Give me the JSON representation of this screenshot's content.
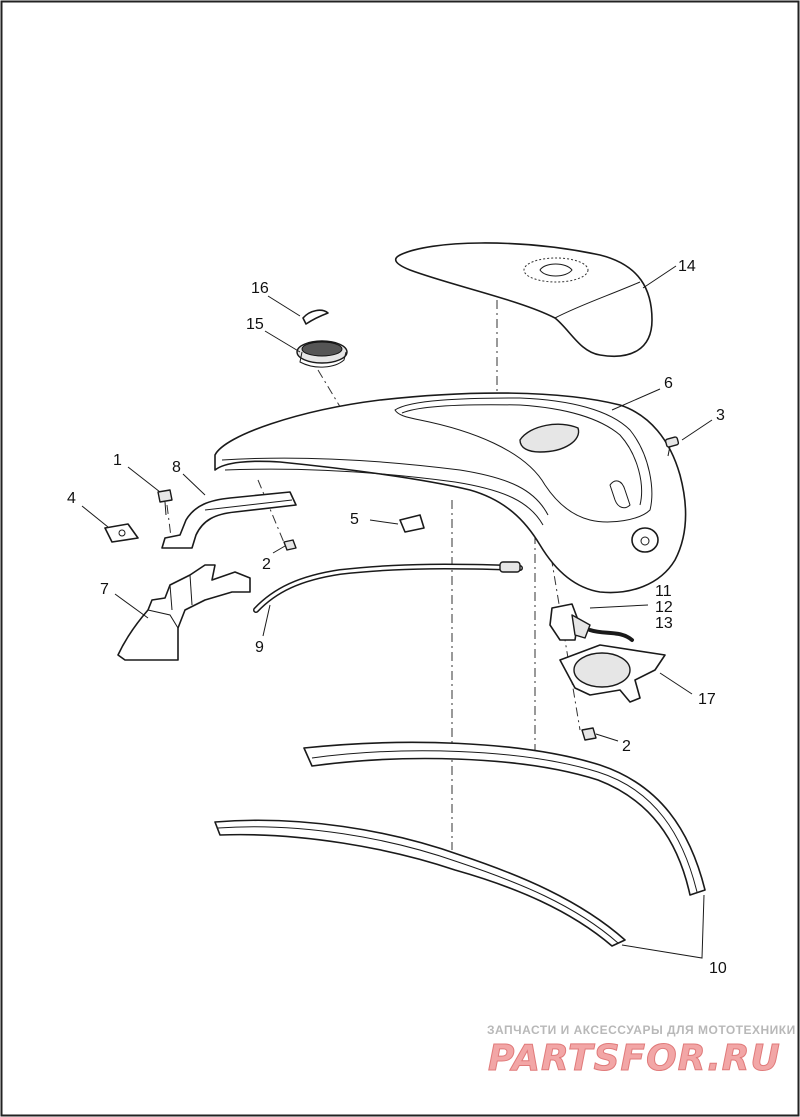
{
  "diagram": {
    "callouts": {
      "c1": "1",
      "c2a": "2",
      "c2b": "2",
      "c3": "3",
      "c4": "4",
      "c5": "5",
      "c6": "6",
      "c7": "7",
      "c8": "8",
      "c9": "9",
      "c10": "10",
      "c11": "11",
      "c12": "12",
      "c13": "13",
      "c14": "14",
      "c15": "15",
      "c16": "16",
      "c17": "17"
    }
  },
  "watermark": {
    "tagline": "ЗАПЧАСТИ И АКСЕССУАРЫ ДЛЯ МОТОТЕХНИКИ",
    "brand": "PARTSFOR.RU"
  }
}
